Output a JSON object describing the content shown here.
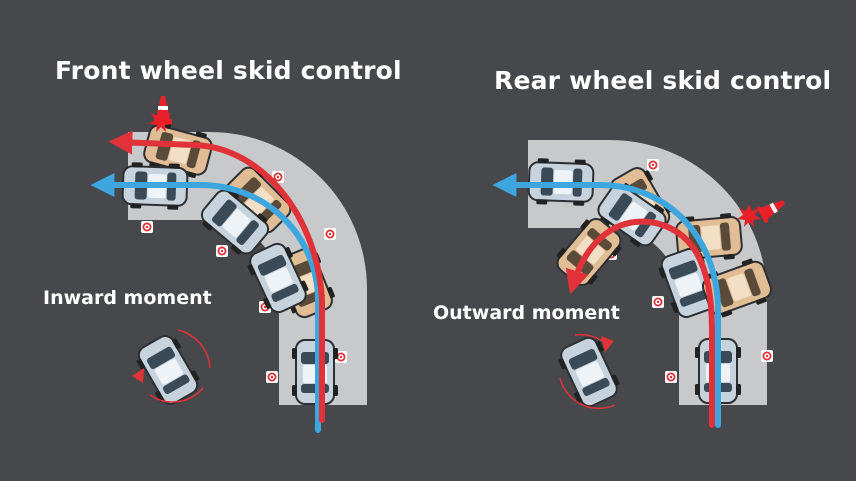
{
  "left_panel": {
    "title": "Front wheel skid control",
    "moment_label": "Inward moment"
  },
  "right_panel": {
    "title": "Rear wheel skid control",
    "moment_label": "Outward moment"
  },
  "colors": {
    "background": "#46484b",
    "road": "#c8c9cb",
    "ideal_path": "#3ea6de",
    "skid_path": "#e03238",
    "car_gray": "#c7d3dc",
    "car_tan": "#e0bd94",
    "cone": "#e8202a"
  },
  "icons": [
    "traffic-cone-icon",
    "impact-burst-icon",
    "rotation-arrow-icon",
    "car-icon",
    "road-marker-icon"
  ]
}
